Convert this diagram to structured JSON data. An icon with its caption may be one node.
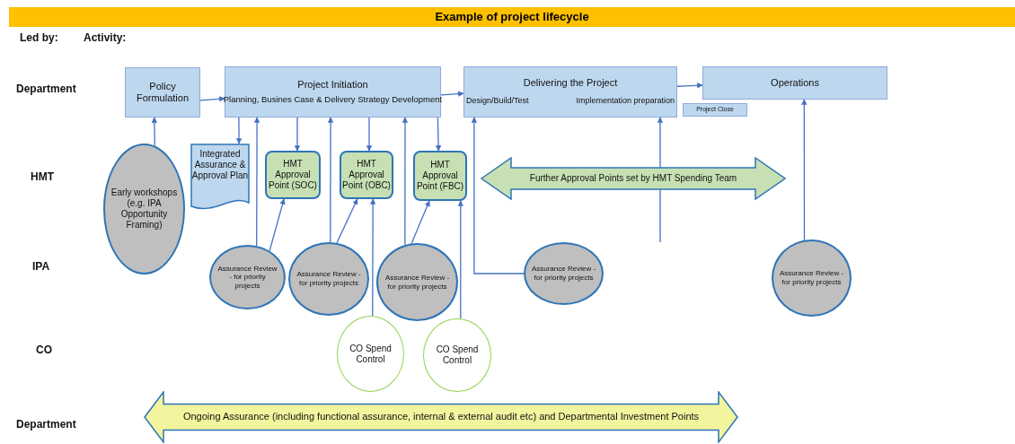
{
  "diagram": {
    "title": "Example of project lifecycle",
    "nodes": [
      {
        "text": [
          "Policy Formulation"
        ]
      },
      {
        "text": [
          "Project Initiation",
          "Planning, Busines Case & Delivery Strategy Development"
        ]
      },
      {
        "text": [
          "Delivering the Project",
          "Design/Build/Test",
          "Implementation preparation"
        ]
      },
      {
        "text": [
          "Operations"
        ]
      },
      {
        "text": [
          "Project Close"
        ]
      },
      {
        "text": [
          "Early workshops (e.g. IPA Opportunity Framing)"
        ]
      },
      {
        "text": [
          "Integrated Assurance & Approval Plan"
        ]
      },
      {
        "text": [
          "HMT Approval Point (SOC)"
        ]
      },
      {
        "text": [
          "HMT Approval Point (OBC)"
        ]
      },
      {
        "text": [
          "HMT Approval Point (FBC)"
        ]
      },
      {
        "text": [
          "Further Approval Points set by HMT Spending Team"
        ]
      },
      {
        "text": [
          "Assurance Review - for priority projects"
        ]
      },
      {
        "text": [
          "Assurance Review - for priority projects"
        ]
      },
      {
        "text": [
          "Assurance Review - for priority projects"
        ]
      },
      {
        "text": [
          "Assurance Review - for priority projects"
        ]
      },
      {
        "text": [
          "Assurance Review - for priority projects"
        ]
      },
      {
        "text": [
          "CO Spend Control"
        ]
      },
      {
        "text": [
          "CO Spend Control"
        ]
      },
      {
        "text": [
          "Ongoing Assurance (including functional assurance, internal & external audit etc) and Departmental Investment Points"
        ]
      }
    ],
    "edges": [
      {
        "from": 0,
        "to": 1,
        "arrow": "to"
      },
      {
        "from": 1,
        "to": 2,
        "arrow": "to"
      },
      {
        "from": 2,
        "to": 3,
        "arrow": "to"
      },
      {
        "from": 5,
        "to": 0,
        "arrow": "to"
      },
      {
        "from": 1,
        "to": 6,
        "arrow": "to"
      },
      {
        "from": 11,
        "to": 1,
        "arrow": "to"
      },
      {
        "from": 1,
        "to": 7,
        "arrow": "to"
      },
      {
        "from": 11,
        "to": 7,
        "arrow": "to"
      },
      {
        "from": 12,
        "to": 1,
        "arrow": "to"
      },
      {
        "from": 1,
        "to": 8,
        "arrow": "to"
      },
      {
        "from": 12,
        "to": 8,
        "arrow": "to"
      },
      {
        "from": 16,
        "to": 8,
        "arrow": "to"
      },
      {
        "from": 13,
        "to": 1,
        "arrow": "to"
      },
      {
        "from": 1,
        "to": 9,
        "arrow": "to"
      },
      {
        "from": 13,
        "to": 9,
        "arrow": "to"
      },
      {
        "from": 17,
        "to": 9,
        "arrow": "to"
      },
      {
        "from": 14,
        "to": 2,
        "arrow": "to"
      },
      {
        "from": null,
        "to": 2,
        "arrow": "to"
      },
      {
        "from": 15,
        "to": 3,
        "arrow": "to"
      }
    ],
    "labels": [
      "Led by:",
      "Activity:",
      "Department",
      "HMT",
      "IPA",
      "CO",
      "Department"
    ]
  }
}
